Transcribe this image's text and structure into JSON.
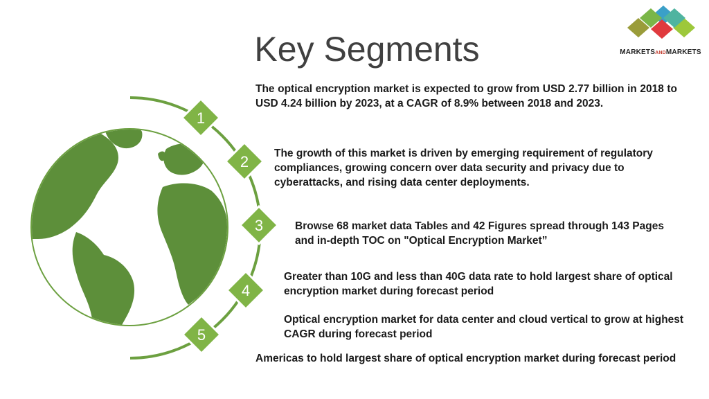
{
  "title": "Key Segments",
  "logo": {
    "brand_part1": "MARKETS",
    "brand_part2": "AND",
    "brand_part3": "MARKETS",
    "colors": [
      "#3aa0c8",
      "#7ab648",
      "#e03a3e",
      "#9dc83b",
      "#9a9c3a"
    ]
  },
  "colors": {
    "accent_green": "#6ca040",
    "globe_ocean": "#ffffff",
    "globe_land": "#5d8f3a",
    "text": "#1a1a1a"
  },
  "badges": [
    "1",
    "2",
    "3",
    "4",
    "5"
  ],
  "points": [
    "The optical encryption market is expected to grow from USD 2.77 billion in 2018 to USD 4.24 billion by 2023, at a CAGR of 8.9% between 2018 and 2023.",
    "The growth of this market is driven by emerging requirement of regulatory compliances, growing concern over data security and privacy due to cyberattacks, and rising data center deployments.",
    "Browse 68 market data Tables and 42 Figures spread through 143 Pages and in-depth TOC on \"Optical Encryption Market”",
    "Greater than 10G and less than 40G data rate to hold largest share of optical encryption market during forecast period",
    "Optical encryption market for data center and cloud vertical to grow at highest CAGR during forecast period",
    "Americas to hold largest share of optical encryption market during forecast period"
  ]
}
